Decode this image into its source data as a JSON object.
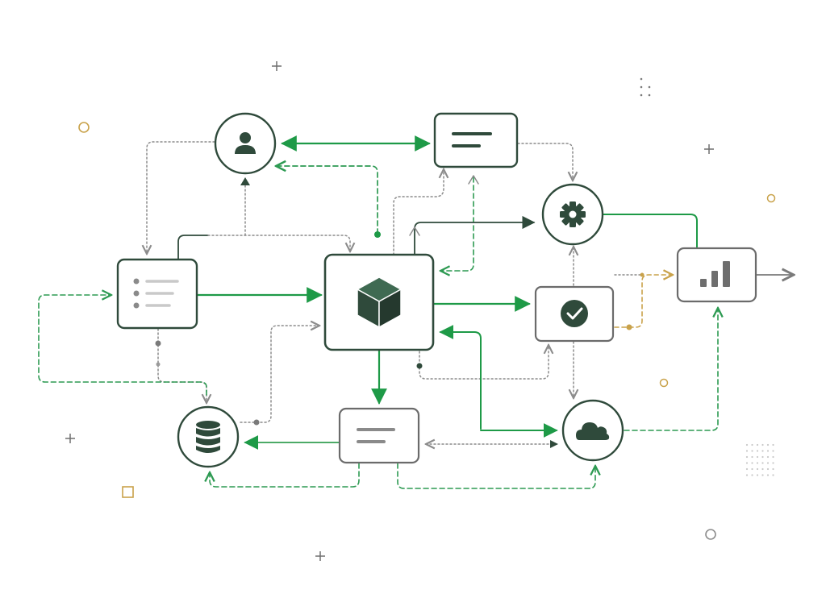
{
  "diagram": {
    "nodes": [
      {
        "id": "user",
        "shape": "circle",
        "icon": "user-icon"
      },
      {
        "id": "text-top",
        "shape": "rect",
        "icon": "text-lines-icon"
      },
      {
        "id": "settings",
        "shape": "circle",
        "icon": "gear-icon"
      },
      {
        "id": "list",
        "shape": "rect",
        "icon": "list-icon"
      },
      {
        "id": "hub",
        "shape": "rect",
        "icon": "cube-icon"
      },
      {
        "id": "check",
        "shape": "rect",
        "icon": "check-circle-icon"
      },
      {
        "id": "analytics",
        "shape": "rect",
        "icon": "bar-chart-icon"
      },
      {
        "id": "database",
        "shape": "circle",
        "icon": "database-icon"
      },
      {
        "id": "text-bottom",
        "shape": "rect",
        "icon": "text-lines-icon"
      },
      {
        "id": "cloud",
        "shape": "circle",
        "icon": "cloud-icon"
      }
    ],
    "edges": [
      {
        "from": "user",
        "to": "text-top",
        "style": "solid-green",
        "bidirectional": true
      },
      {
        "from": "hub",
        "to": "user",
        "style": "dashed-green"
      },
      {
        "from": "list",
        "to": "user",
        "style": "dotted-gray"
      },
      {
        "from": "list",
        "to": "hub",
        "style": "solid-green"
      },
      {
        "from": "hub",
        "to": "check",
        "style": "solid-green"
      },
      {
        "from": "hub",
        "to": "settings",
        "style": "solid-dark"
      },
      {
        "from": "settings",
        "to": "analytics",
        "style": "solid-green"
      },
      {
        "from": "check",
        "to": "analytics",
        "style": "dashed-gold"
      },
      {
        "from": "hub",
        "to": "text-bottom",
        "style": "solid-green"
      },
      {
        "from": "text-bottom",
        "to": "database",
        "style": "solid-green"
      },
      {
        "from": "cloud",
        "to": "hub",
        "style": "solid-green"
      },
      {
        "from": "hub",
        "to": "cloud",
        "style": "solid-green"
      },
      {
        "from": "cloud",
        "to": "analytics",
        "style": "dashed-green"
      },
      {
        "from": "text-bottom",
        "to": "cloud",
        "style": "dashed-green"
      },
      {
        "from": "text-bottom",
        "to": "database",
        "style": "dashed-green"
      },
      {
        "from": "database",
        "to": "list",
        "style": "dashed-green"
      },
      {
        "from": "database",
        "to": "hub",
        "style": "dotted-gray"
      }
    ],
    "colors": {
      "node_stroke": "#2f4a3b",
      "node_stroke_light": "#7a7a7a",
      "icon_dark": "#2f4a3b",
      "accent_green": "#1e9a47",
      "dashed_green": "#2d9a52",
      "gray_line": "#8c8c8c",
      "gold": "#c9a24a"
    }
  }
}
